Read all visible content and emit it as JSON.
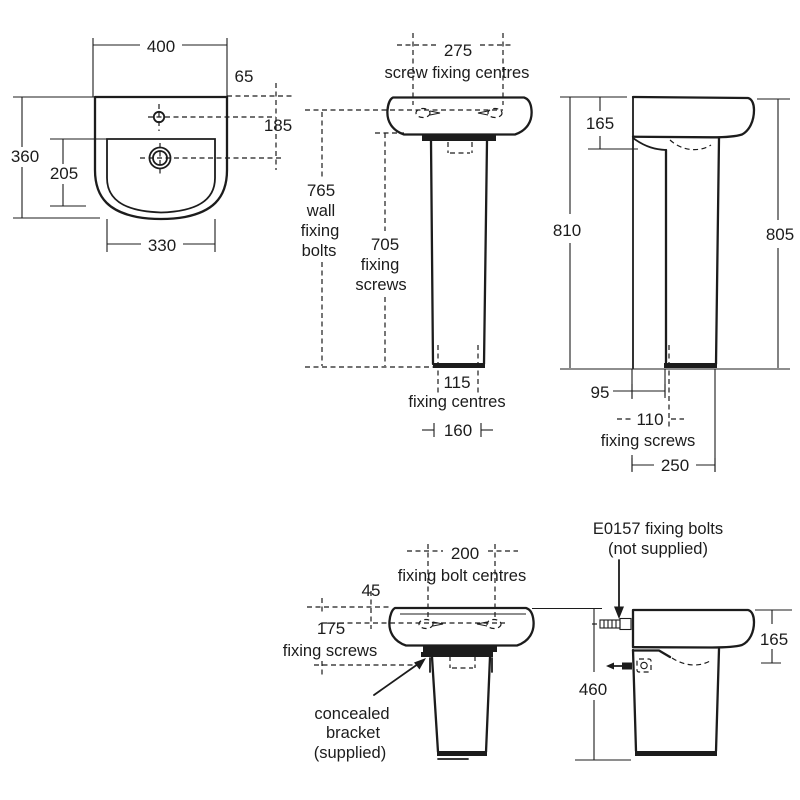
{
  "drawing": {
    "plan_view": {
      "overall_width": "400",
      "taphole_setback": "65",
      "waste_setback": "185",
      "overall_depth": "360",
      "bowl_depth": "205",
      "bowl_width": "330"
    },
    "front_view": {
      "screw_centres_value": "275",
      "screw_centres_label": "screw fixing centres",
      "wall_bolts_value": "765",
      "wall_bolts_word1": "wall",
      "wall_bolts_word2": "fixing",
      "wall_bolts_word3": "bolts",
      "fixing_screws_value": "705",
      "fixing_screws_word1": "fixing",
      "fixing_screws_word2": "screws",
      "fixing_centres_value": "115",
      "fixing_centres_label": "fixing centres",
      "base_width": "160"
    },
    "side_view": {
      "basin_depth": "165",
      "height_rear": "810",
      "height_front": "805",
      "wall_to_pedestal": "95",
      "screws_from_wall": "110",
      "screws_label": "fixing screws",
      "pedestal_depth": "250"
    },
    "semi_front_view": {
      "bolt_centres_value": "200",
      "bolt_centres_label": "fixing bolt centres",
      "bolt_setdown": "45",
      "screws_setdown": "175",
      "screws_label": "fixing screws",
      "bracket_word1": "concealed",
      "bracket_word2": "bracket",
      "bracket_word3": "(supplied)"
    },
    "semi_side_view": {
      "bolts_line1": "E0157 fixing bolts",
      "bolts_line2": "(not supplied)",
      "basin_depth": "165",
      "semi_pedestal_height": "460"
    },
    "colors": {
      "line": "#1c1c1c",
      "background": "#ffffff"
    }
  }
}
